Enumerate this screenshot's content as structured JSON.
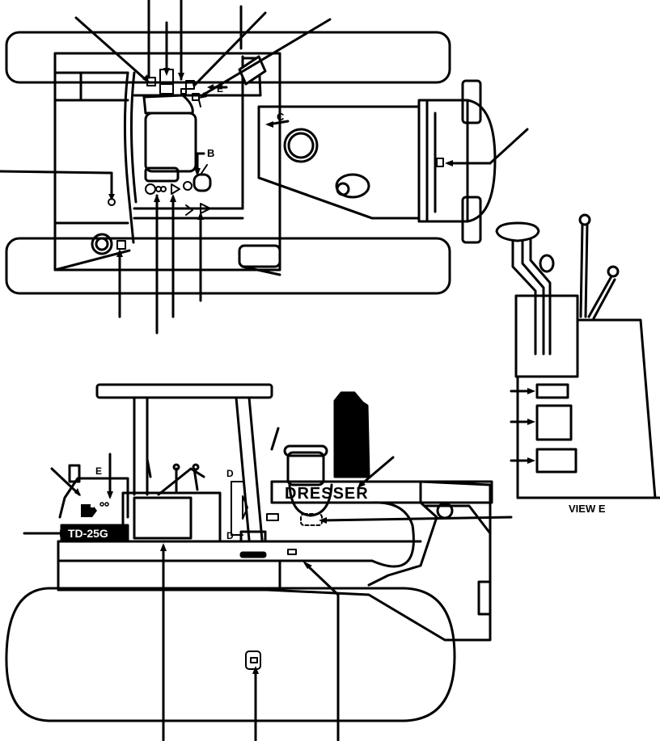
{
  "labels": {
    "b": "B",
    "c": "C",
    "d": "D",
    "e": "E"
  },
  "brand": "DRESSER",
  "model": "TD-25G",
  "view_caption": "VIEW E"
}
